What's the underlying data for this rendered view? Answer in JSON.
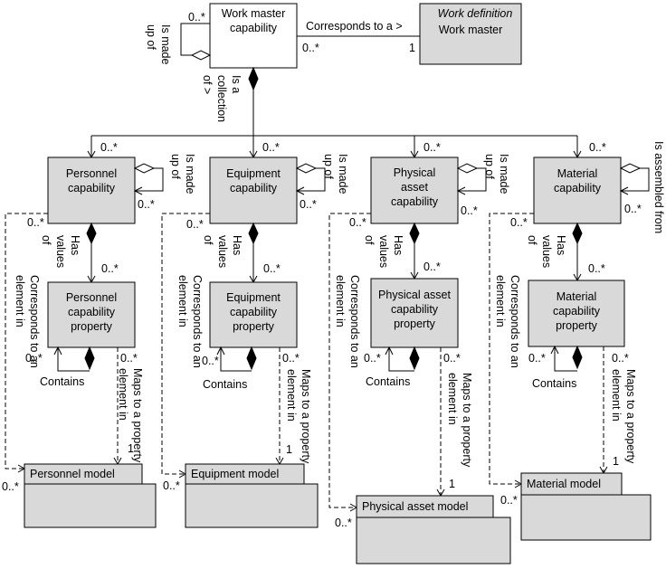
{
  "nodes": {
    "work_master_capability": "Work master\ncapability",
    "work_master_stereotype": "Work definition",
    "work_master": "Work master",
    "personnel_capability": "Personnel\ncapability",
    "equipment_capability": "Equipment\ncapability",
    "physical_asset_capability": "Physical\nasset\ncapability",
    "material_capability": "Material\ncapability",
    "personnel_capability_property": "Personnel\ncapability\nproperty",
    "equipment_capability_property": "Equipment\ncapability\nproperty",
    "physical_asset_capability_property": "Physical asset\ncapability\nproperty",
    "material_capability_property": "Material\ncapability\nproperty",
    "personnel_model": "Personnel model",
    "equipment_model": "Equipment model",
    "physical_asset_model": "Physical asset model",
    "material_model": "Material model"
  },
  "labels": {
    "corresponds_to_a": "Corresponds to a >",
    "is_made_up_of": "Is made\nup of",
    "is_a_collection_of": "Is a\ncollection\nof >",
    "is_assembled_from": "Is assembled from",
    "has_values_of": "Has\nvalues\nof",
    "corresponds_to_an_element_in": "Corresponds to an\nelement in",
    "maps_to_a_property_element_in": "Maps to a property\nelement in",
    "contains": "Contains"
  },
  "multiplicities": {
    "zero_many": "0..*",
    "one": "1"
  }
}
